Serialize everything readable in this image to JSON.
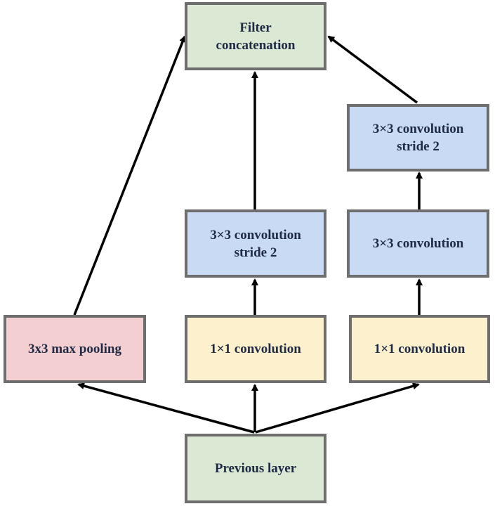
{
  "colors": {
    "green": "#dbe8d4",
    "blue": "#c9daf4",
    "yellow": "#fdf0cd",
    "pink": "#f3cfd2",
    "border": "#6e6e6e",
    "text": "#1f2a44",
    "arrow": "#000000"
  },
  "nodes": {
    "filter_concat": "Filter\nconcatenation",
    "conv3x3_s2_right": "3×3 convolution\nstride 2",
    "conv3x3_s2_mid": "3×3 convolution\nstride 2",
    "conv3x3_right": "3×3 convolution",
    "max_pool": "3x3 max pooling",
    "conv1x1_mid": "1×1 convolution",
    "conv1x1_right": "1×1 convolution",
    "previous_layer": "Previous layer"
  }
}
